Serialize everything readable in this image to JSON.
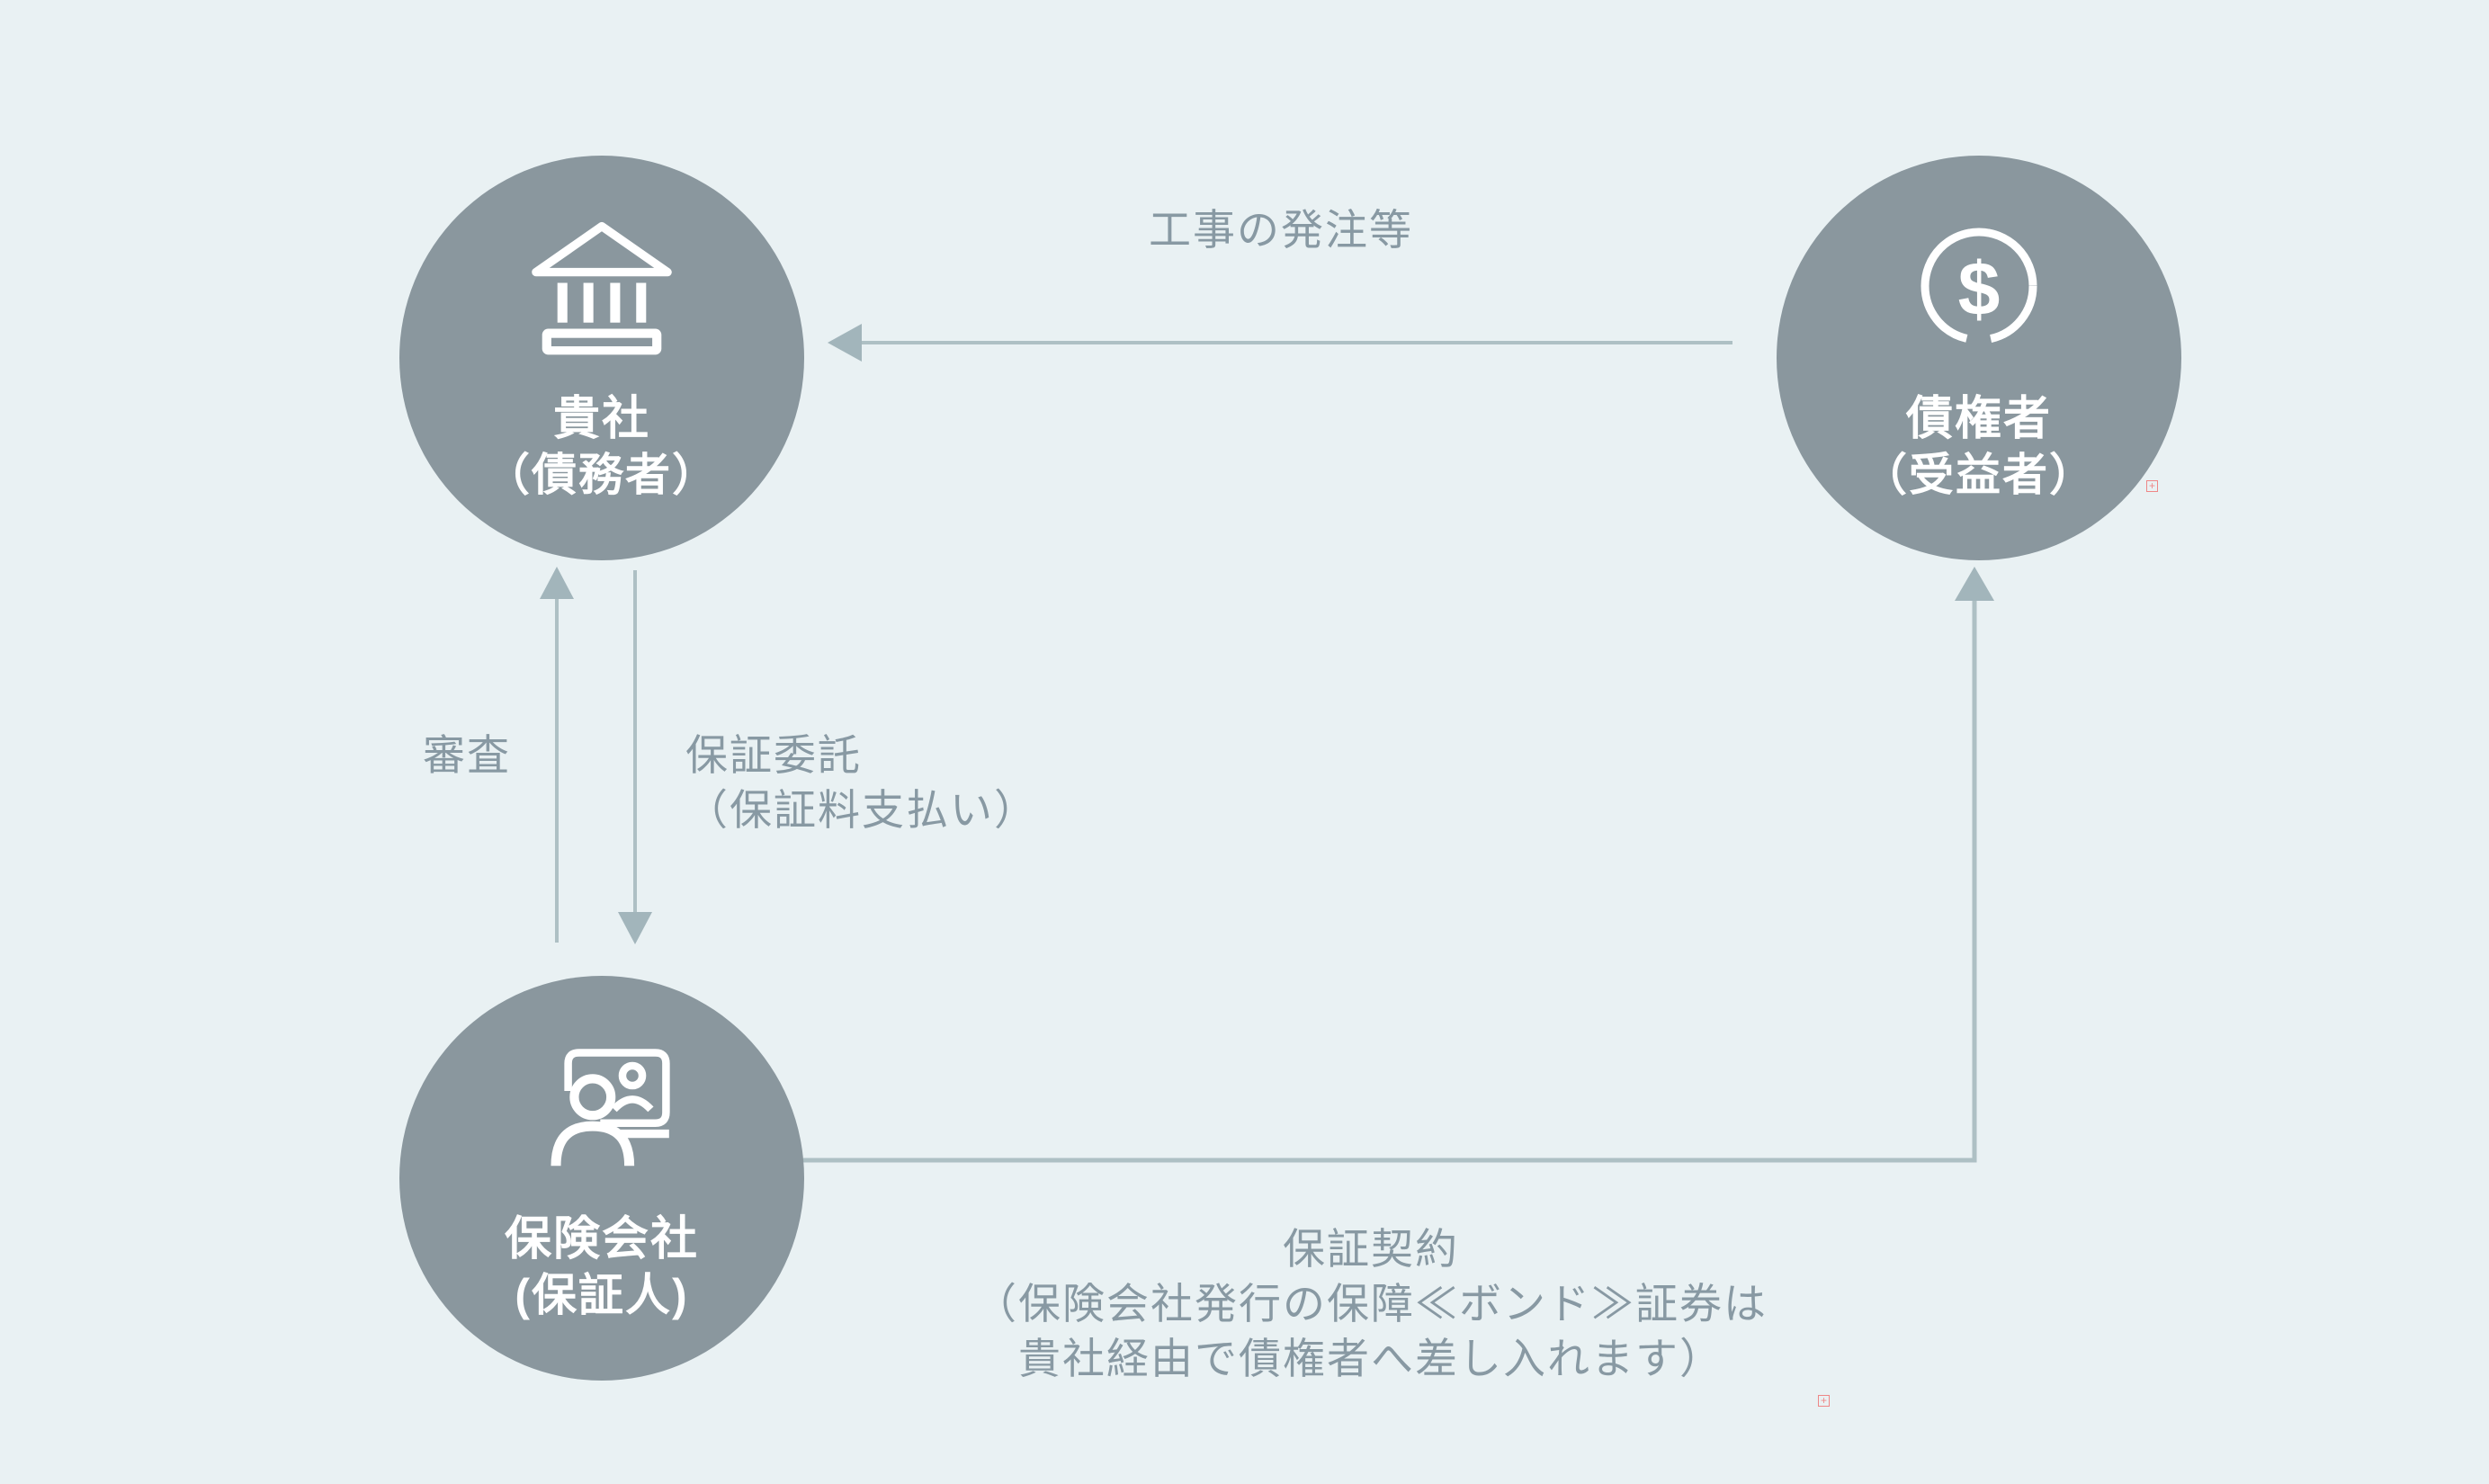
{
  "colors": {
    "background": "#e9f1f3",
    "node_fill": "#8a979e",
    "node_text": "#ffffff",
    "arrow_line": "#aec0c4",
    "arrow_head": "#a2b5bb",
    "label_text": "#8899a3",
    "edit_marker": "#ee8787"
  },
  "nodes": {
    "company": {
      "icon": "bank-icon",
      "line1": "貴社",
      "line2": "（債務者）"
    },
    "creditor": {
      "icon": "dollar-circle-icon",
      "line1": "債権者",
      "line2": "（受益者）"
    },
    "insurer": {
      "icon": "insurance-agent-icon",
      "line1": "保険会社",
      "line2": "(保証人)"
    }
  },
  "arrows": {
    "order": {
      "label": "工事の発注等",
      "from": "creditor",
      "to": "company"
    },
    "review": {
      "label": "審査",
      "from": "insurer",
      "to": "company"
    },
    "consign": {
      "label_line1": "保証委託",
      "label_line2": "（保証料支払い）",
      "from": "company",
      "to": "insurer"
    },
    "contract": {
      "label_line1": "保証契約",
      "label_line2": "（保険会社発行の保障≪ボンド≫証券は",
      "label_line3": "貴社経由で債権者へ差し入れます）",
      "from": "insurer",
      "to": "creditor"
    }
  },
  "icon_symbols": {
    "dollar": "$"
  },
  "markers": {
    "symbol": "+"
  }
}
